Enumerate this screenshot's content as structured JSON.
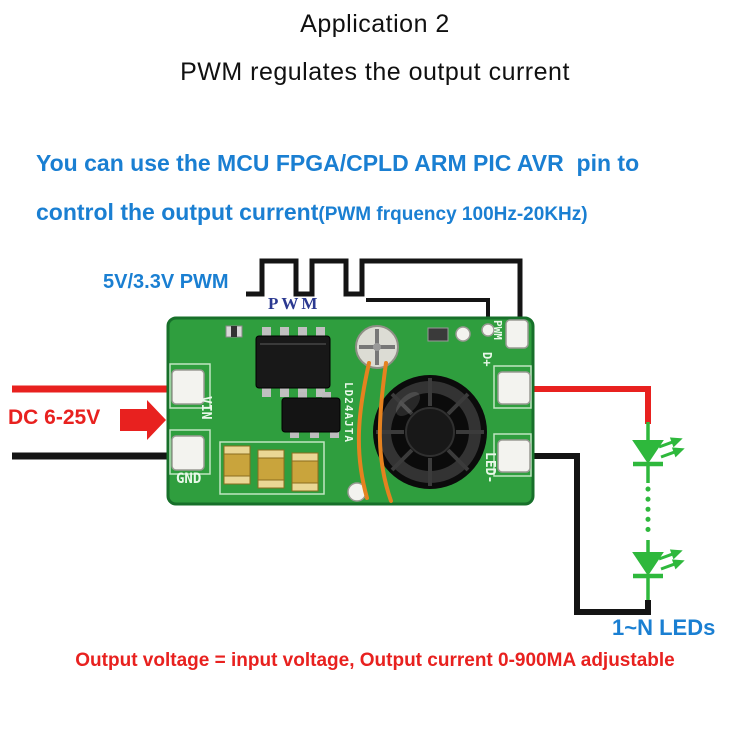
{
  "title": "Application 2",
  "subtitle": "PWM regulates the output current",
  "description": {
    "line1": "You can use the MCU FPGA/CPLD ARM PIC AVR  pin to",
    "line2": "control the output current",
    "line2_note": "(PWM frquency 100Hz-20KHz)"
  },
  "pwm": {
    "signal_label": "5V/3.3V PWM",
    "wave_caption": "PWM"
  },
  "power_input": {
    "label": "DC 6-25V"
  },
  "board": {
    "silkscreen": {
      "vin": "VIN",
      "gnd": "GND",
      "d_plus": "D+",
      "led_minus": "LED-",
      "pwm": "PWM",
      "chip": "LD24AJTA"
    }
  },
  "output": {
    "leds_label": "1~N LEDs"
  },
  "footer": "Output voltage = input voltage, Output current 0-900MA adjustable",
  "colors": {
    "accent_blue": "#1a7fd2",
    "accent_red": "#e8211f",
    "pwm_caption_blue": "#2b3990",
    "pcb_green": "#2f9e3e",
    "pcb_edge": "#17702a",
    "led_green": "#2eb83c",
    "wire_orange": "#e5821f",
    "wire_black": "#141414"
  }
}
